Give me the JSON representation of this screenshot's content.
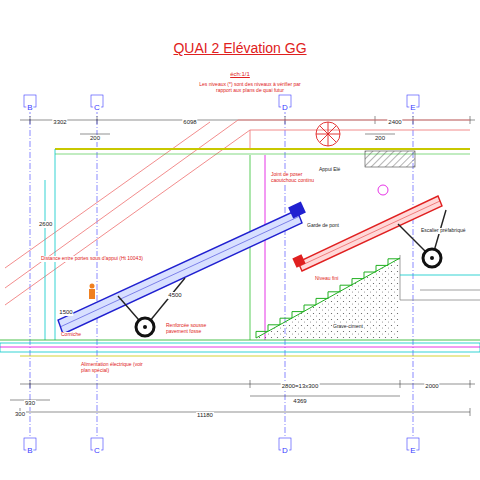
{
  "diagram": {
    "title": "QUAI 2 Elévation GG",
    "labels": [
      "éch:1/1",
      "Les niveaux (*) sont des niveaux à vérifier par rapport aux plans de quai futur",
      "B",
      "C",
      "D",
      "E",
      "3302",
      "6098",
      "2400",
      "200",
      "200",
      "Appui Elé",
      "Joint de poser caoutchouc continu",
      "Garde de pont",
      "Escalier préfabriqué",
      "Niveau fini",
      "Distance entre portes sous d'appui (Ht 10043)",
      "1500",
      "4500",
      "Corniche",
      "Renforcée sousse pavement fosse",
      "Grave-ciment",
      "Alimentation électrique (voir plan spécial)",
      "2800=13x300",
      "4369",
      "2000",
      "930",
      "300",
      "11180",
      "B",
      "C",
      "D",
      "E",
      "2600"
    ]
  }
}
